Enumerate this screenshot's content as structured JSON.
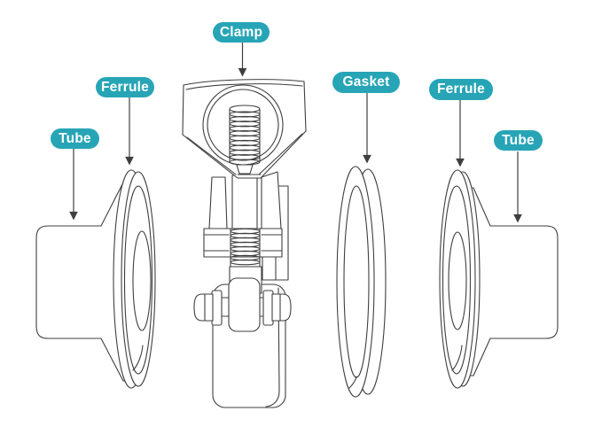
{
  "labels": [
    {
      "id": "clamp",
      "text": "Clamp"
    },
    {
      "id": "ferrule-left",
      "text": "Ferrule"
    },
    {
      "id": "tube-left",
      "text": "Tube"
    },
    {
      "id": "gasket",
      "text": "Gasket"
    },
    {
      "id": "ferrule-right",
      "text": "Ferrule"
    },
    {
      "id": "tube-right",
      "text": "Tube"
    }
  ],
  "parts_shown": [
    "Tube",
    "Ferrule",
    "Clamp",
    "Gasket",
    "Ferrule",
    "Tube"
  ],
  "colors": {
    "label_background": "#27a5b6",
    "label_text": "#ffffff",
    "line": "#3f3f3f",
    "background": "#ffffff"
  }
}
